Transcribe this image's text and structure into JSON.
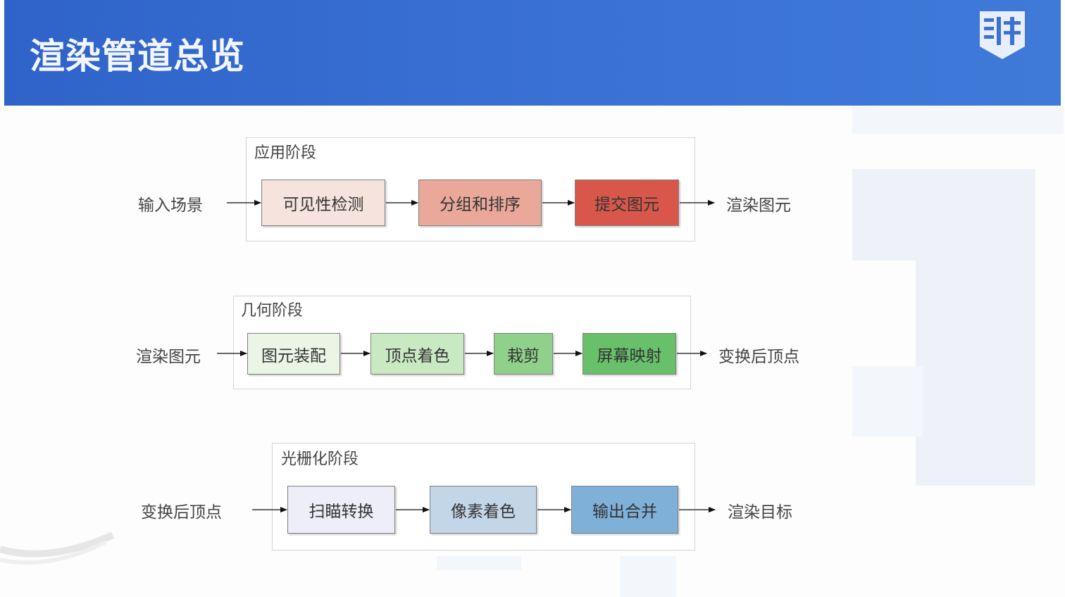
{
  "slide": {
    "title": "渲染管道总览",
    "logo_icon": "brand-logo-icon"
  },
  "stages": [
    {
      "label": "应用阶段",
      "input": "输入场景",
      "output": "渲染图元",
      "nodes": [
        {
          "label": "可见性检测",
          "color": "#f7e3dd"
        },
        {
          "label": "分组和排序",
          "color": "#e9a89a"
        },
        {
          "label": "提交图元",
          "color": "#d9574a"
        }
      ]
    },
    {
      "label": "几何阶段",
      "input": "渲染图元",
      "output": "变换后顶点",
      "nodes": [
        {
          "label": "图元装配",
          "color": "#eaf5e6"
        },
        {
          "label": "顶点着色",
          "color": "#c9e9c2"
        },
        {
          "label": "栽剪",
          "color": "#8fd08a"
        },
        {
          "label": "屏幕映射",
          "color": "#69c06a"
        }
      ]
    },
    {
      "label": "光栅化阶段",
      "input": "变换后顶点",
      "output": "渲染目标",
      "nodes": [
        {
          "label": "扫瞄转换",
          "color": "#eeeef9"
        },
        {
          "label": "像素着色",
          "color": "#c3d6e8"
        },
        {
          "label": "输出合并",
          "color": "#7fb0d8"
        }
      ]
    }
  ]
}
